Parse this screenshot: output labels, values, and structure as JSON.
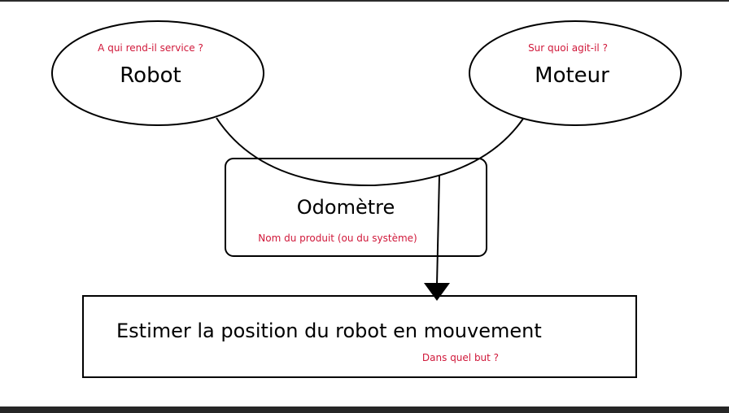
{
  "colors": {
    "stroke": "#000000",
    "note": "#d0183a"
  },
  "nodes": {
    "robot": {
      "label": "Robot",
      "note": "A qui rend-il service ?"
    },
    "moteur": {
      "label": "Moteur",
      "note": "Sur quoi agit-il ?"
    },
    "odometre": {
      "label": "Odomètre",
      "note": "Nom du produit (ou du système)"
    },
    "goal": {
      "label": "Estimer la position du robot en mouvement",
      "note": "Dans quel but ?"
    }
  }
}
